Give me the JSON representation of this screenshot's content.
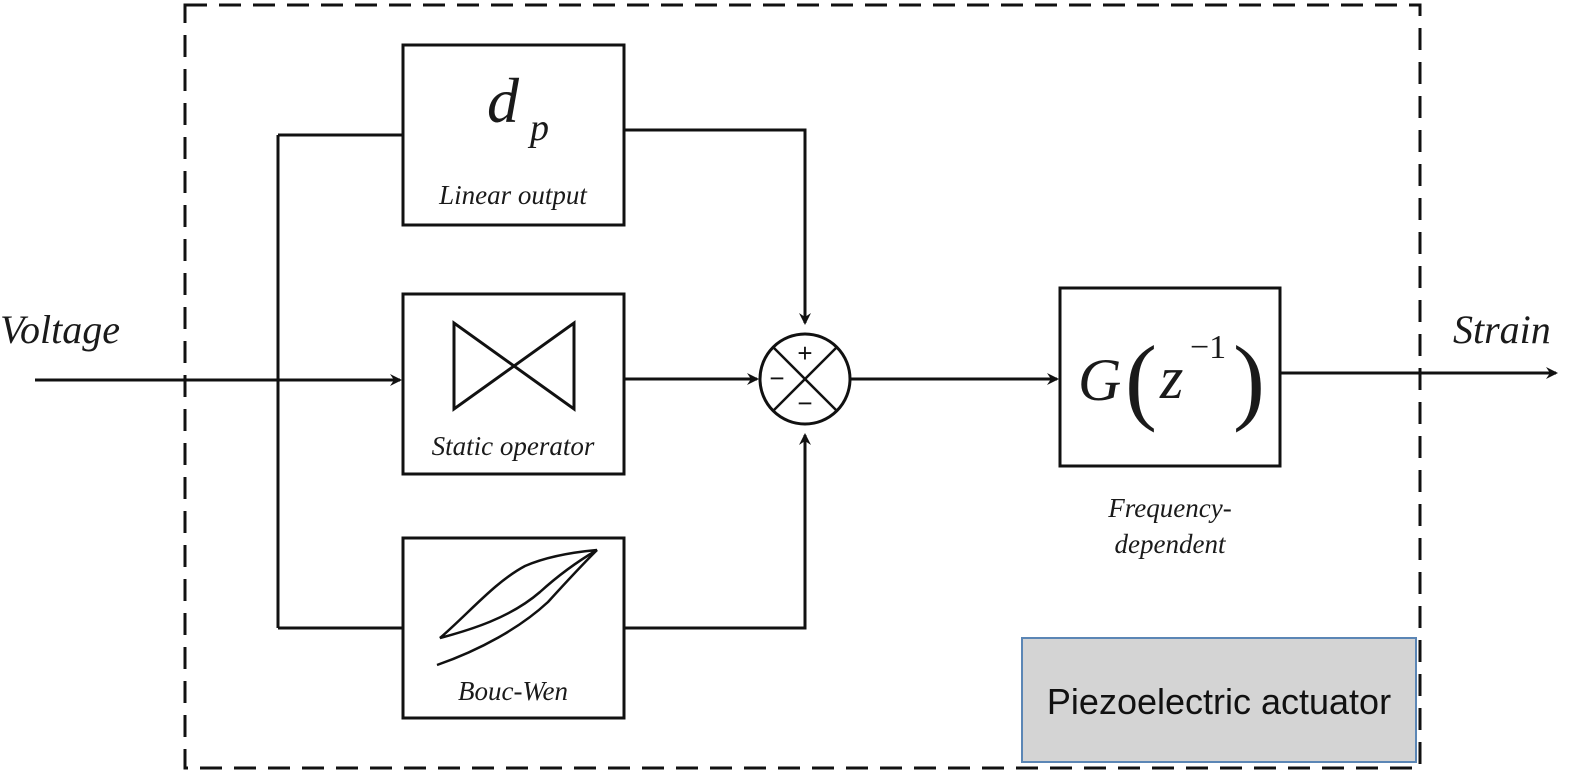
{
  "diagram": {
    "input_label": "Voltage",
    "output_label": "Strain",
    "blocks": {
      "linear": {
        "symbol_main": "d",
        "symbol_sub": "p",
        "label": "Linear output"
      },
      "static": {
        "label": "Static operator"
      },
      "bouc_wen": {
        "label": "Bouc-Wen"
      },
      "frequency": {
        "symbol_G": "G",
        "symbol_paren_open": "(",
        "symbol_z": "z",
        "symbol_exp": "−1",
        "symbol_paren_close": ")",
        "caption_line1": "Frequency-",
        "caption_line2": "dependent"
      }
    },
    "summing_junction": {
      "sign_top": "+",
      "sign_left": "−",
      "sign_bottom": "−"
    },
    "enclosure_label": "Piezoelectric actuator",
    "colors": {
      "line": "#111111",
      "label_box_fill": "#d4d4d4",
      "label_box_border": "#5b86b5"
    }
  }
}
